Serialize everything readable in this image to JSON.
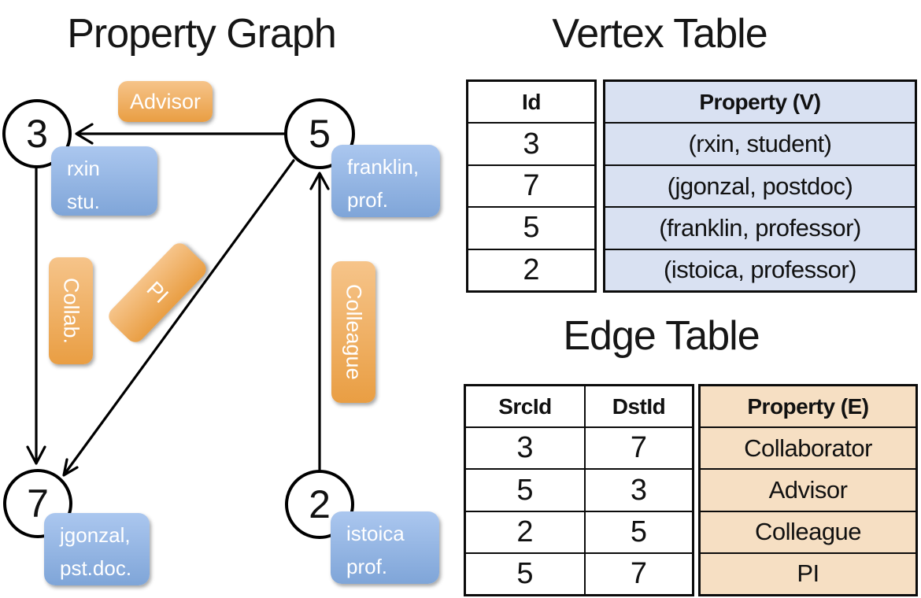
{
  "graph": {
    "title": "Property Graph",
    "nodes": [
      {
        "id": "3",
        "property_lines": [
          "rxin",
          "stu."
        ]
      },
      {
        "id": "5",
        "property_lines": [
          "franklin,",
          "prof."
        ]
      },
      {
        "id": "7",
        "property_lines": [
          "jgonzal,",
          "pst.doc."
        ]
      },
      {
        "id": "2",
        "property_lines": [
          "istoica",
          "prof."
        ]
      }
    ],
    "edge_labels": {
      "advisor": "Advisor",
      "collab": "Collab.",
      "pi": "PI",
      "colleague": "Colleague"
    }
  },
  "vertex_table": {
    "title": "Vertex Table",
    "headers": {
      "id": "Id",
      "property": "Property (V)"
    },
    "rows": [
      {
        "id": "3",
        "property": "(rxin, student)"
      },
      {
        "id": "7",
        "property": "(jgonzal, postdoc)"
      },
      {
        "id": "5",
        "property": "(franklin, professor)"
      },
      {
        "id": "2",
        "property": "(istoica, professor)"
      }
    ]
  },
  "edge_table": {
    "title": "Edge Table",
    "headers": {
      "src": "SrcId",
      "dst": "DstId",
      "property": "Property (E)"
    },
    "rows": [
      {
        "src": "3",
        "dst": "7",
        "property": "Collaborator"
      },
      {
        "src": "5",
        "dst": "3",
        "property": "Advisor"
      },
      {
        "src": "2",
        "dst": "5",
        "property": "Colleague"
      },
      {
        "src": "5",
        "dst": "7",
        "property": "PI"
      }
    ]
  },
  "colors": {
    "vertex_cell_bg": "#d9e1f2",
    "edge_cell_bg": "#f6dfc3",
    "orange_top": "#f6c48a",
    "orange_bottom": "#e99e43",
    "blue_top": "#abc7ef",
    "blue_bottom": "#7fa5d8",
    "line_color": "#000000"
  }
}
